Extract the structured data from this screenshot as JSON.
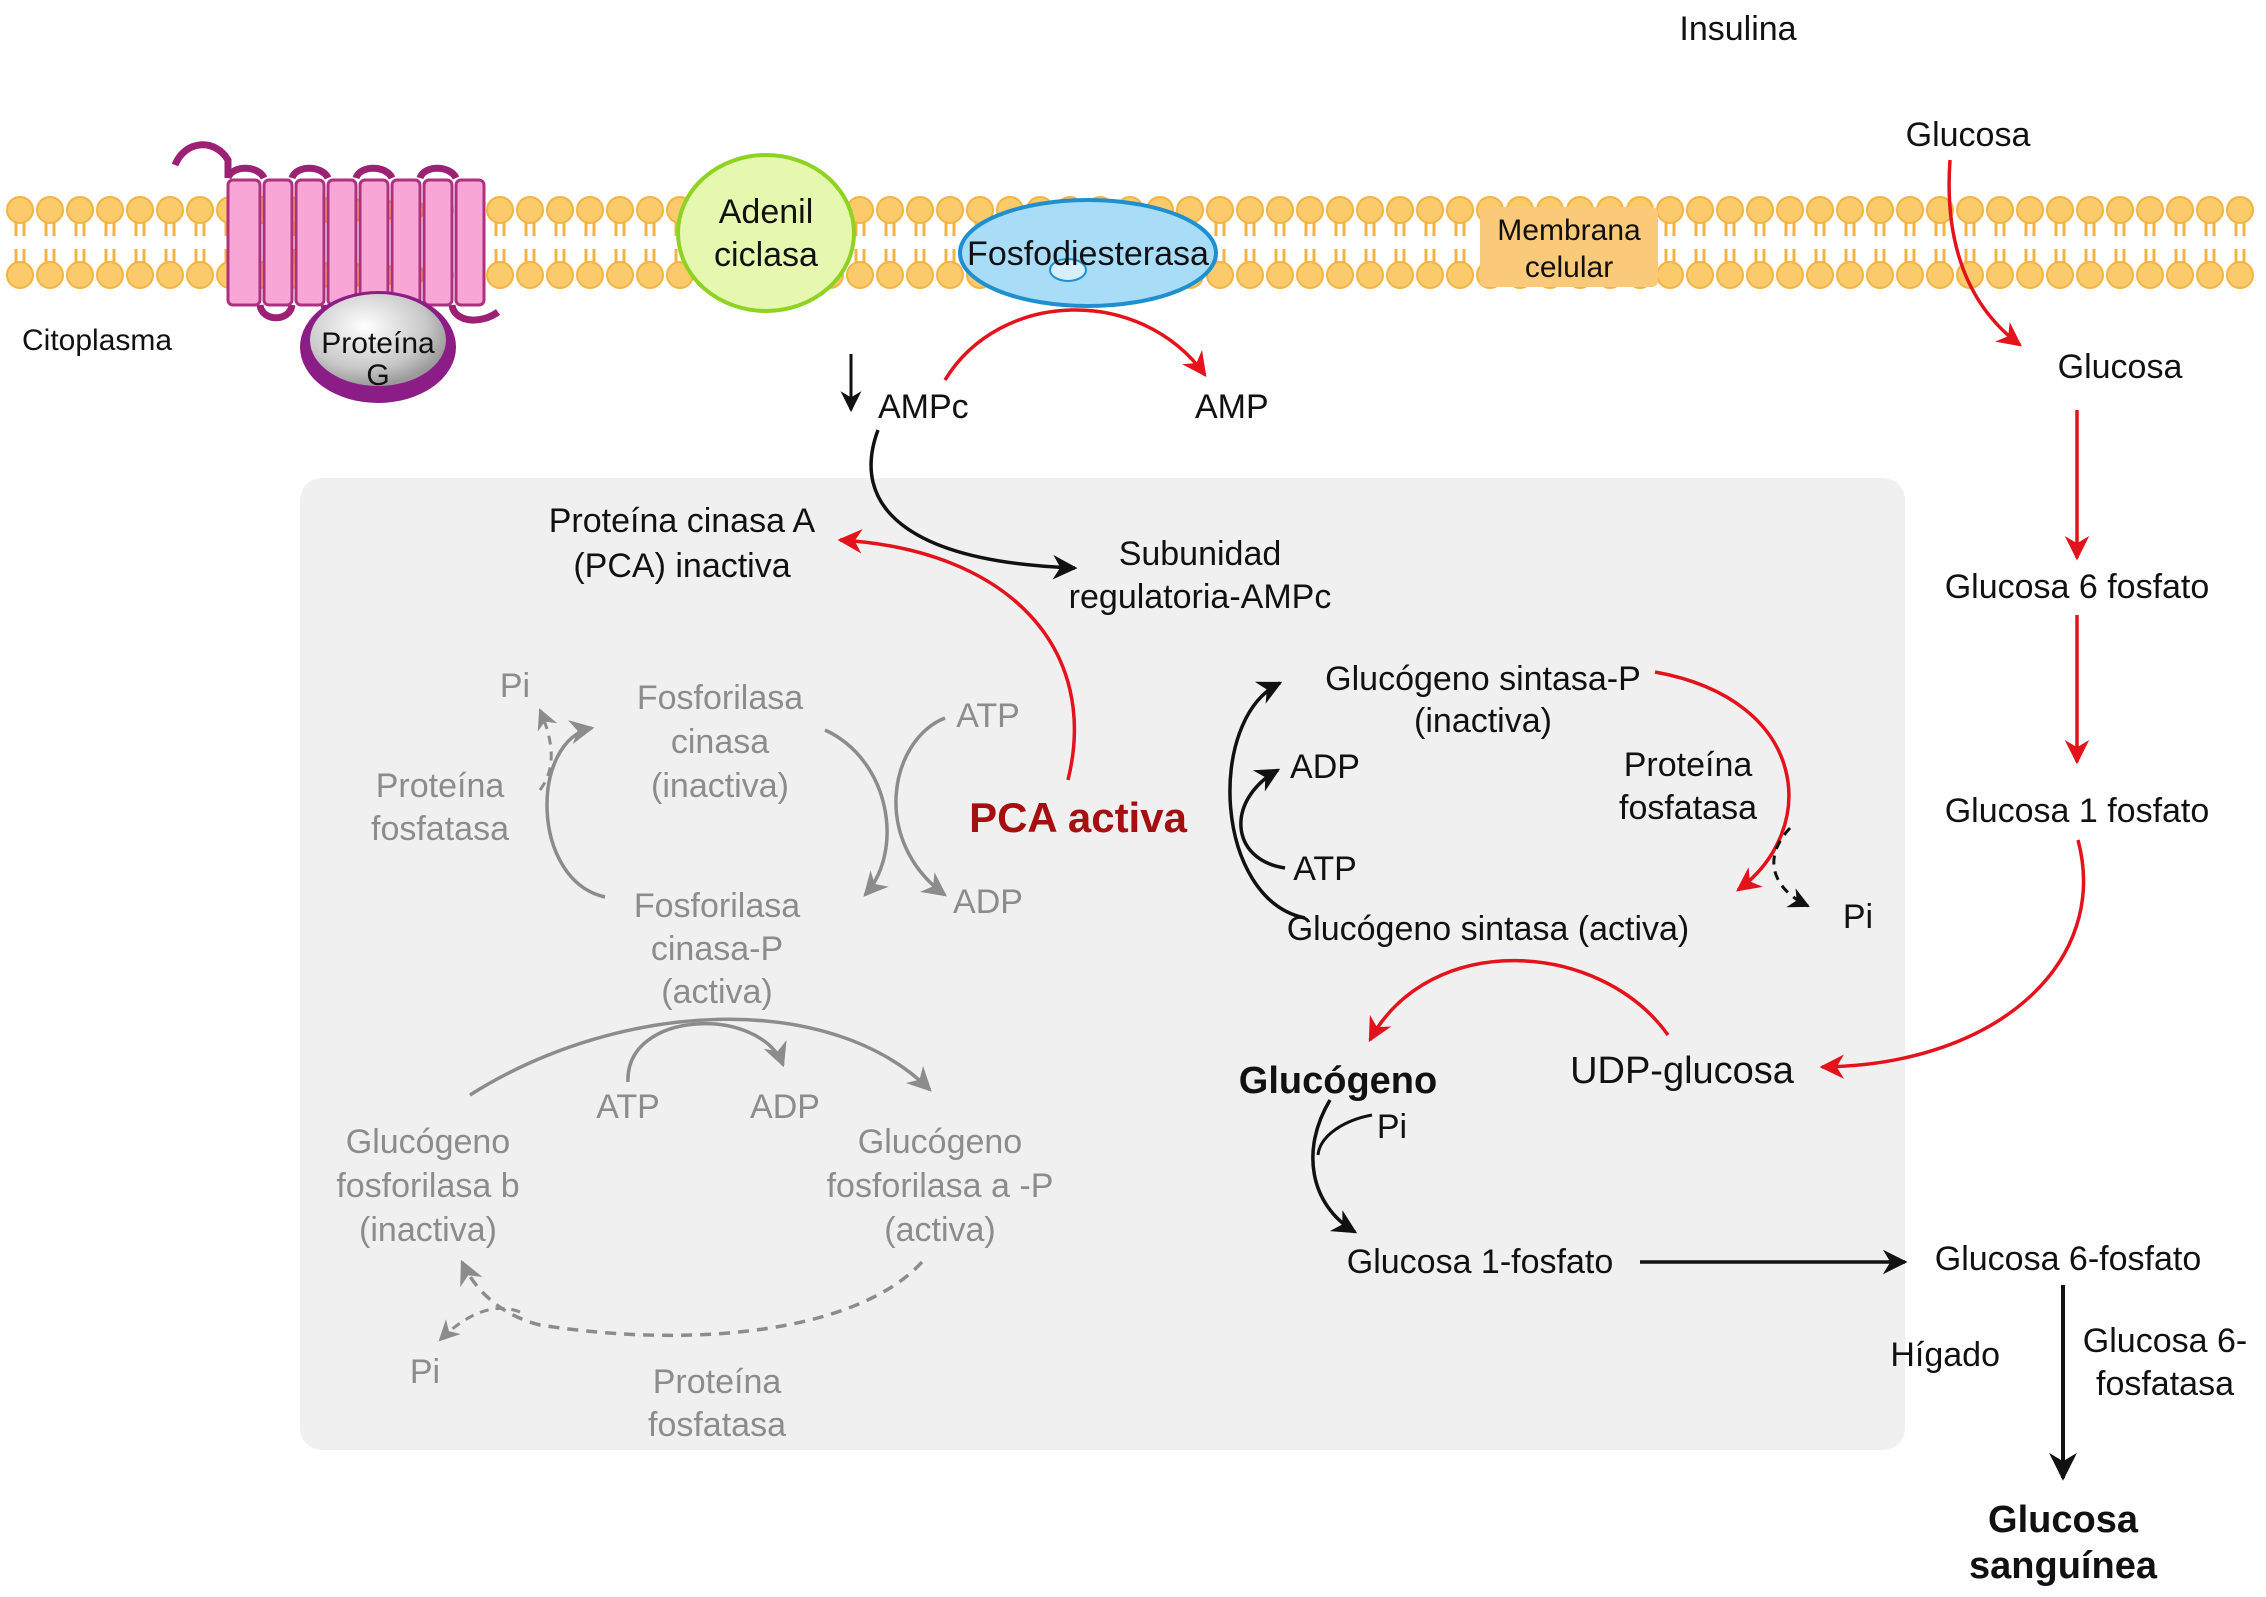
{
  "colors": {
    "red_arrow": "#e3121b",
    "dark_red_text": "#a50f0f",
    "gray_text": "#8c8c8c",
    "membrane_head": "#fbcb6b",
    "membrane_tail": "#f4b342",
    "receptor": "#f7a6d6",
    "receptor_loop": "#9c2073",
    "g_protein_ring": "#8c1d86",
    "adenyl_cyclase": "#e6f7b0",
    "phosphodiesterase": "#a9dcf7",
    "membrane_label_bg": "#fbc97a",
    "cytoplasm_panel": "#f0f0f0"
  },
  "icons": [
    "gpcr-receptor-icon",
    "g-protein-icon",
    "adenyl-cyclase-icon",
    "phosphodiesterase-icon",
    "lipid-bilayer-icon"
  ],
  "labels": {
    "insulina": "Insulina",
    "glucosa_ext": "Glucosa",
    "citoplasma": "Citoplasma",
    "proteina_g_1": "Proteína",
    "proteina_g_2": "G",
    "adenil_1": "Adenil",
    "adenil_2": "ciclasa",
    "fosfodiesterasa": "Fosfodiesterasa",
    "membrana_1": "Membrana",
    "membrana_2": "celular",
    "ampc": "AMPc",
    "amp": "AMP",
    "pca_inactiva_1": "Proteína cinasa A",
    "pca_inactiva_2": "(PCA) inactiva",
    "subunidad_1": "Subunidad",
    "subunidad_2": "regulatoria-AMPc",
    "pca_activa": "PCA activa",
    "pi_1": "Pi",
    "fk_inact_1": "Fosforilasa",
    "fk_inact_2": "cinasa",
    "fk_inact_3": "(inactiva)",
    "atp_1": "ATP",
    "pf1_1": "Proteína",
    "pf1_2": "fosfatasa",
    "adp_1": "ADP",
    "fk_act_1": "Fosforilasa",
    "fk_act_2": "cinasa-P",
    "fk_act_3": "(activa)",
    "atp_2": "ATP",
    "adp_2": "ADP",
    "gfb_1": "Glucógeno",
    "gfb_2": "fosforilasa b",
    "gfb_3": "(inactiva)",
    "gfa_1": "Glucógeno",
    "gfa_2": "fosforilasa a -P",
    "gfa_3": "(activa)",
    "pi_2": "Pi",
    "pf2_1": "Proteína",
    "pf2_2": "fosfatasa",
    "gsp_1": "Glucógeno sintasa-P",
    "gsp_2": "(inactiva)",
    "adp_3": "ADP",
    "atp_3": "ATP",
    "gs_act": "Glucógeno sintasa (activa)",
    "pf3_1": "Proteína",
    "pf3_2": "fosfatasa",
    "pi_3": "Pi",
    "glucogeno": "Glucógeno",
    "udp_glucosa": "UDP-glucosa",
    "pi_4": "Pi",
    "g1f_bottom": "Glucosa 1-fosfato",
    "g6f_bottom": "Glucosa 6-fosfato",
    "higado": "Hígado",
    "g6fasa_1": "Glucosa 6-",
    "g6fasa_2": "fosfatasa",
    "gluc_sang_1": "Glucosa",
    "gluc_sang_2": "sanguínea",
    "glucosa_int": "Glucosa",
    "g6f_right": "Glucosa 6 fosfato",
    "g1f_right": "Glucosa 1 fosfato"
  }
}
